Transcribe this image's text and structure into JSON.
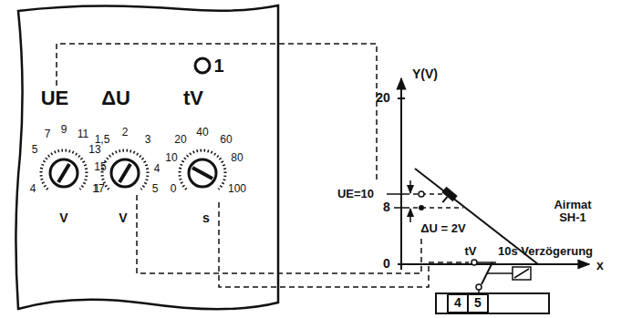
{
  "diagram": {
    "nodes": [
      {
        "text": [
          "4"
        ]
      },
      {
        "text": [
          "5"
        ]
      }
    ],
    "labels": [
      "UE",
      "ΔU",
      "tV",
      "1",
      "9",
      "7",
      "11",
      "5",
      "13",
      "4",
      "15",
      "17",
      "V",
      "2",
      "1,5",
      "3",
      "1",
      "4",
      "5",
      "V",
      "40",
      "20",
      "60",
      "10",
      "80",
      "0",
      "100",
      "s",
      "Y(V)",
      "20",
      "UE=10",
      "8",
      "0",
      "x",
      "ΔU = 2V",
      "Airmat SH-1",
      "tV",
      "10s Verzögerung"
    ]
  }
}
